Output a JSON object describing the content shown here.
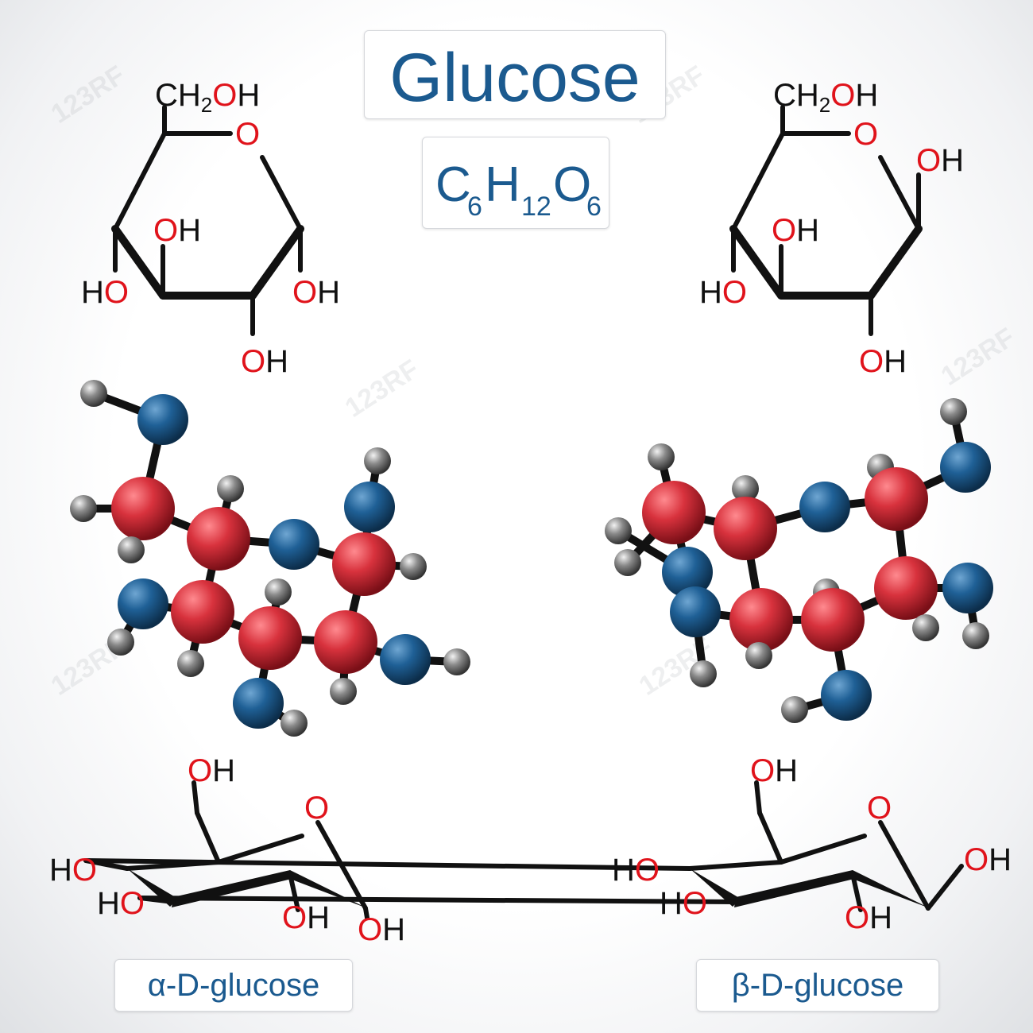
{
  "title": "Glucose",
  "formula": {
    "c": "C",
    "c_sub": "6",
    "h": "H",
    "h_sub": "12",
    "o": "O",
    "o_sub": "6"
  },
  "labels": {
    "alpha": "α-D-glucose",
    "beta": "β-D-glucose"
  },
  "atoms": {
    "ch2oh_ch2": "CH",
    "ch2oh_sub": "2",
    "ch2oh_o": "O",
    "ch2oh_h": "H",
    "ring_o": "O",
    "oh_o": "O",
    "oh_h": "H",
    "ho_h": "H",
    "ho_o": "O"
  },
  "watermark": "123RF",
  "colors": {
    "carbon": "#d02a36",
    "oxygen": "#1d5f91",
    "hydrogen": "#7a7a7a",
    "bond": "#111111",
    "title": "#1b5a8f",
    "atom_o": "#e0131b"
  }
}
